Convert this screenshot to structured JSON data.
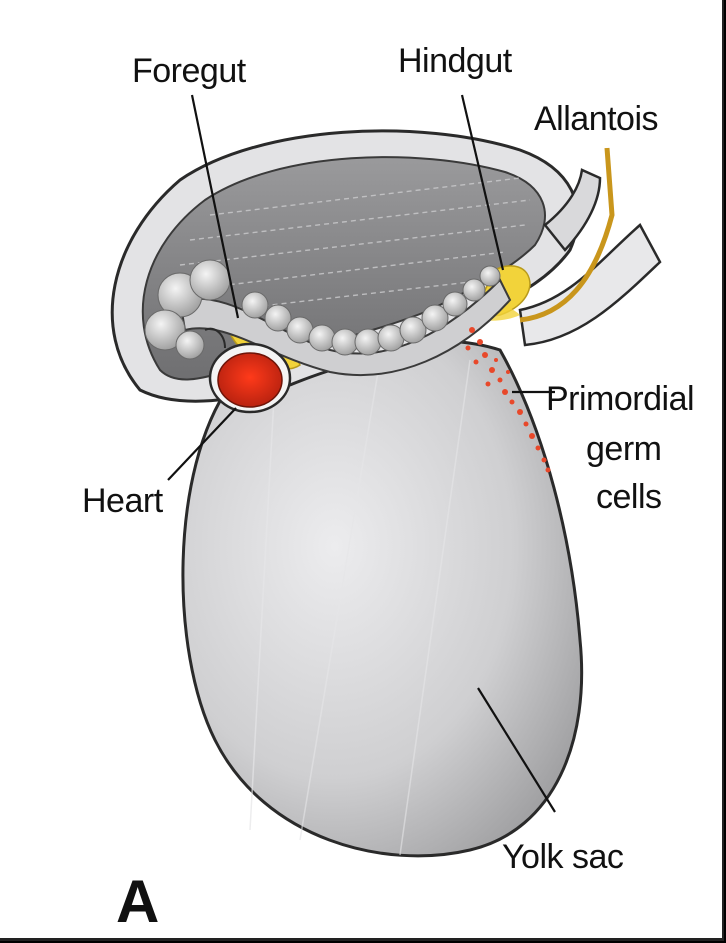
{
  "figure": {
    "panel_letter": "A",
    "labels": {
      "foregut": "Foregut",
      "hindgut": "Hindgut",
      "allantois": "Allantois",
      "primordial_germ_cells": [
        "Primordial",
        "germ",
        "cells"
      ],
      "heart": "Heart",
      "yolk_sac": "Yolk sac"
    }
  },
  "colors": {
    "gut_endoderm": "#f2d33a",
    "heart": "#d8301a",
    "germ_cells": "#e8482a",
    "allantois_tube": "#c9961c",
    "yolk_sac": "#c9c9cb",
    "amnion": "#8a8a8c"
  }
}
